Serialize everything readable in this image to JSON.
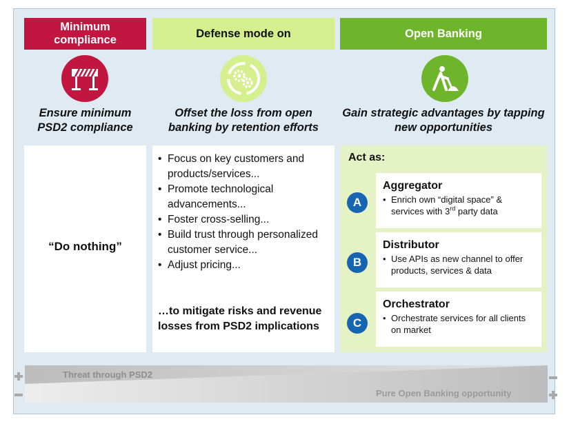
{
  "columns": [
    {
      "header": "Minimum compliance",
      "icon": "barrier-icon",
      "subtitle": "Ensure minimum PSD2 compliance",
      "body": "“Do nothing”"
    },
    {
      "header": "Defense mode on",
      "icon": "gears-cycle-icon",
      "subtitle": "Offset the loss from open banking by retention efforts",
      "bullets": [
        "Focus on key customers and products/services...",
        "Promote technological advancements...",
        "Foster cross-selling...",
        "Build trust through personalized customer service...",
        "Adjust pricing..."
      ],
      "conclusion": "…to mitigate risks and revenue losses from PSD2 implications"
    },
    {
      "header": "Open Banking",
      "icon": "construction-worker-icon",
      "subtitle": "Gain strategic advantages by tapping new opportunities",
      "act_as": "Act as:",
      "roles": [
        {
          "badge": "A",
          "title": "Aggregator",
          "desc_pre": "Enrich own “digital space” & services with 3",
          "desc_sup": "rd",
          "desc_post": " party data"
        },
        {
          "badge": "B",
          "title": "Distributor",
          "desc": "Use APIs as new channel to offer products, services & data"
        },
        {
          "badge": "C",
          "title": "Orchestrator",
          "desc": "Orchestrate services for all clients on market"
        }
      ]
    }
  ],
  "spectrum": {
    "threat_label": "Threat through PSD2",
    "opportunity_label": "Pure Open Banking opportunity"
  },
  "colors": {
    "red": "#c0163f",
    "lime": "#d6ef8e",
    "green": "#6fb52c",
    "badge_blue": "#1565b0",
    "background": "#dfeaf3"
  }
}
